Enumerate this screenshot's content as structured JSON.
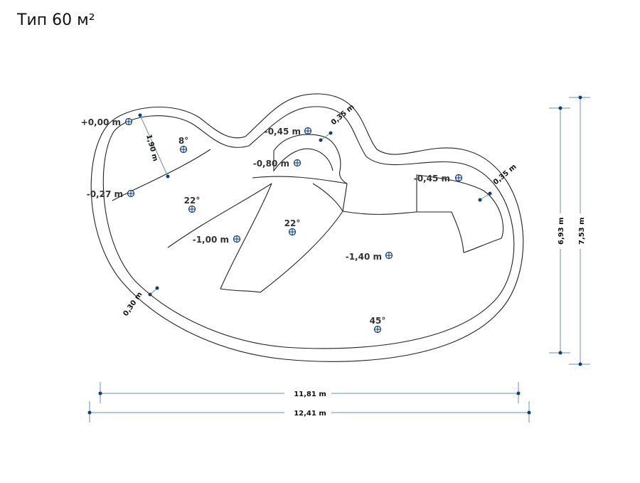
{
  "title": "Тип 60 м²",
  "levels": {
    "lvl_000": "+0,00 m",
    "lvl_027": "-0,27 m",
    "lvl_045a": "-0,45 m",
    "lvl_080": "-0,80 m",
    "lvl_045b": "-0,45 m",
    "lvl_100": "-1,00 m",
    "lvl_140": "-1,40 m"
  },
  "angles": {
    "a8": "8°",
    "a22a": "22°",
    "a22b": "22°",
    "a45": "45°"
  },
  "dimensions": {
    "d190": "1,90 m",
    "d035a": "0,35 m",
    "d035b": "0,35 m",
    "d030": "0,30 m",
    "d693": "6,93 m",
    "d753": "7,53 m",
    "d1181": "11,81 m",
    "d1241": "12,41 m"
  },
  "colors": {
    "outline": "#222222",
    "marker": "#0d3e7a",
    "dimension_line": "#6f8fb0"
  }
}
